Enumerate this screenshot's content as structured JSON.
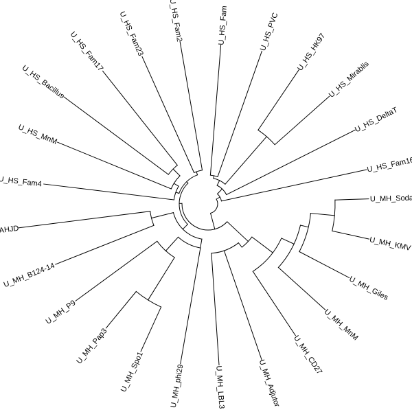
{
  "diagram": {
    "type": "circular-phylogenetic-tree",
    "line_color": "#000000",
    "background": "#ffffff",
    "leaves": [
      {
        "id": "soda",
        "label": "U_MH_Soda"
      },
      {
        "id": "kmv",
        "label": "U_MH_KMV"
      },
      {
        "id": "giles",
        "label": "U_MH_Giles"
      },
      {
        "id": "mnm_mh",
        "label": "U_MH_MnM"
      },
      {
        "id": "cd27",
        "label": "U_MH_CD27"
      },
      {
        "id": "adjutor",
        "label": "U_MH_Adjutor"
      },
      {
        "id": "lbl3",
        "label": "U_MH_LBL3"
      },
      {
        "id": "phi29",
        "label": "U_MH_phi29"
      },
      {
        "id": "spo1",
        "label": "U_MH_Spo1"
      },
      {
        "id": "pap3",
        "label": "U_MH_Pap3"
      },
      {
        "id": "p9",
        "label": "U_MH_P9"
      },
      {
        "id": "b124",
        "label": "U_MH_B124-14"
      },
      {
        "id": "ahj",
        "label": "U_MH_AHJD"
      },
      {
        "id": "fam4",
        "label": "U_HS_Fam4"
      },
      {
        "id": "mnm_hs",
        "label": "U_HS_MnM"
      },
      {
        "id": "bacillus",
        "label": "U_HS_Bacillus"
      },
      {
        "id": "fam17",
        "label": "U_HS_Fam17"
      },
      {
        "id": "fam23",
        "label": "U_HS_Fam23"
      },
      {
        "id": "fam2",
        "label": "U_HS_Fam2"
      },
      {
        "id": "fam",
        "label": "U_HS_Fam"
      },
      {
        "id": "pvc",
        "label": "U_HS_PVC"
      },
      {
        "id": "hk97",
        "label": "U_HS_HK97"
      },
      {
        "id": "mirabilis",
        "label": "U_HS_Mirablis"
      },
      {
        "id": "deltat",
        "label": "U_HS_DeltaT"
      },
      {
        "id": "fam16",
        "label": "U_HS_Fam16"
      }
    ]
  }
}
